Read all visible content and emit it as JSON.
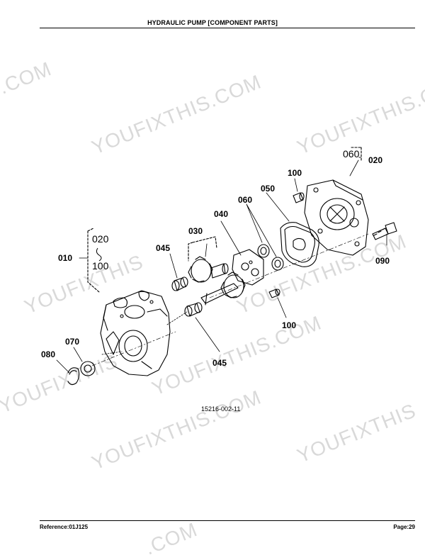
{
  "header": {
    "title": "HYDRAULIC PUMP [COMPONENT PARTS]"
  },
  "footer": {
    "reference": "Reference:01J125",
    "page": "Page:29"
  },
  "watermarks": [
    {
      "text": ".COM"
    },
    {
      "text": "YOUFIXTHIS.COM"
    },
    {
      "text": "YOUFIXTHIS.COM"
    },
    {
      "text": "YOUFIXTHIS"
    },
    {
      "text": "YOUFIXTHIS.COM"
    },
    {
      "text": "YOUFIXTHIS"
    },
    {
      "text": "YOUFIXTHIS.COM"
    },
    {
      "text": "YOUFIXTHIS"
    },
    {
      "text": "YOUFIXTHIS.COM"
    },
    {
      "text": ".COM"
    }
  ],
  "diagram": {
    "drawing_number": "15216-002-11",
    "labels": {
      "p010": "010",
      "p020_top": "020",
      "p020_left": "020",
      "p100_left": "100",
      "p030": "030",
      "p040": "040",
      "p045_a": "045",
      "p045_b": "045",
      "p050": "050",
      "p060_mid": "060",
      "p060_top": "060",
      "p070": "070",
      "p080": "080",
      "p090": "090",
      "p100_top": "100",
      "p100_bottom": "100"
    }
  }
}
